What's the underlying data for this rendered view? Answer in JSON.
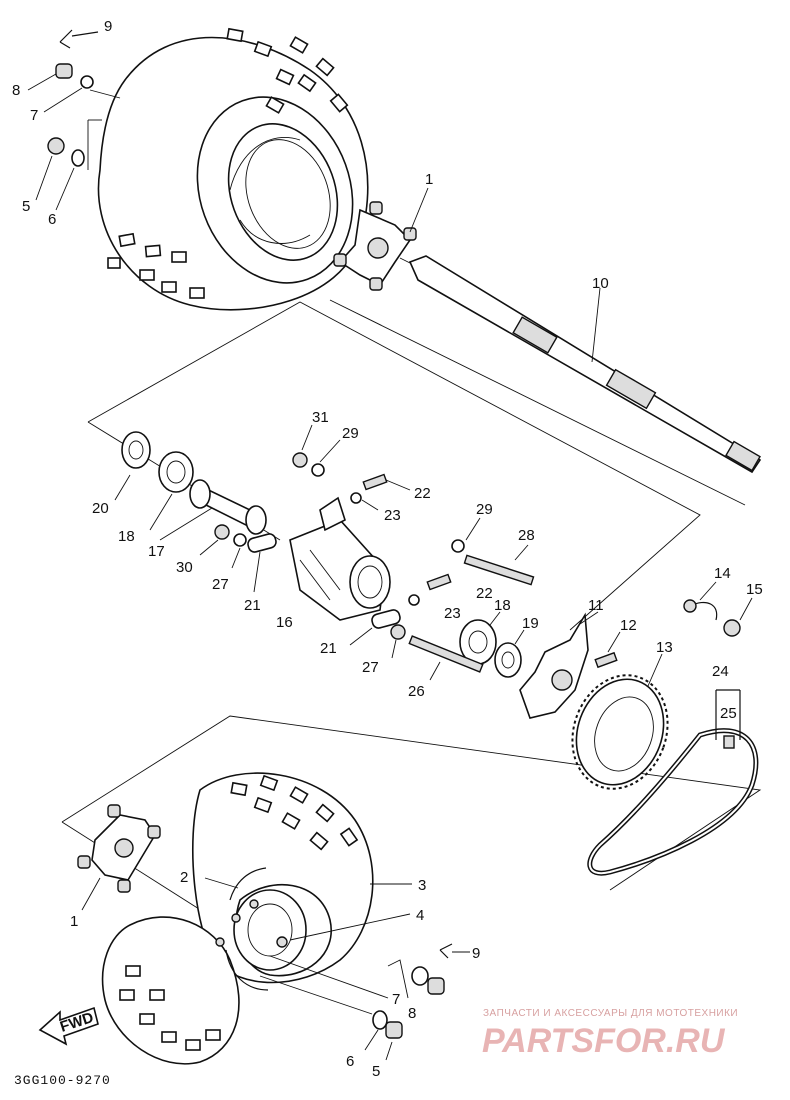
{
  "diagram": {
    "drawing_code": "3GG100-9270",
    "direction_label": "FWD",
    "watermark": {
      "tagline": "ЗАПЧАСТИ И АКСЕССУАРЫ ДЛЯ МОТОТЕХНИКИ",
      "brand": "PARTSFOR.RU"
    },
    "callouts": {
      "c9_top": "9",
      "c8_top": "8",
      "c7_top": "7",
      "c5_top": "5",
      "c6_top": "6",
      "c1_top": "1",
      "c10": "10",
      "c31": "31",
      "c29_a": "29",
      "c20": "20",
      "c18_a": "18",
      "c22_a": "22",
      "c23_a": "23",
      "c17": "17",
      "c30": "30",
      "c27_a": "27",
      "c21_a": "21",
      "c16": "16",
      "c29_b": "29",
      "c28": "28",
      "c22_b": "22",
      "c23_b": "23",
      "c18_b": "18",
      "c19": "19",
      "c11": "11",
      "c12": "12",
      "c13": "13",
      "c14": "14",
      "c15": "15",
      "c24": "24",
      "c25": "25",
      "c21_b": "21",
      "c27_b": "27",
      "c26": "26",
      "c2": "2",
      "c3": "3",
      "c4": "4",
      "c1_bottom": "1",
      "c9_bottom": "9",
      "c7_bottom": "7",
      "c8_bottom": "8",
      "c6_bottom": "6",
      "c5_bottom": "5"
    }
  }
}
